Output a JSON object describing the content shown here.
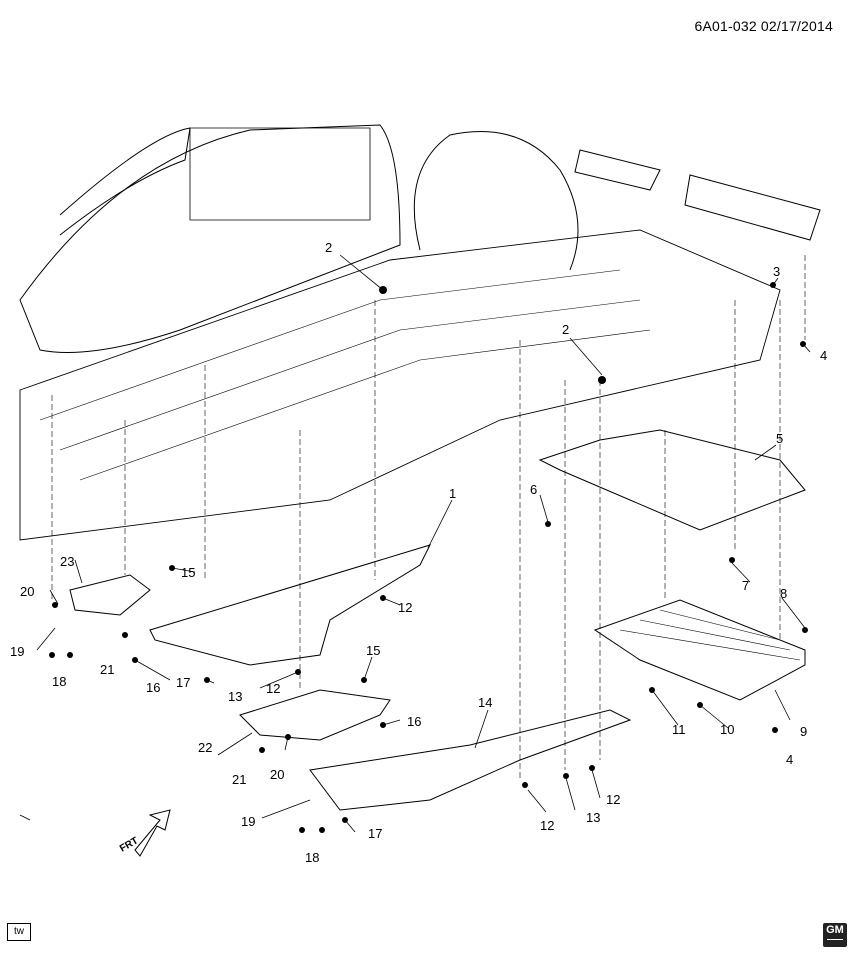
{
  "header": {
    "code": "6A01-032  02/17/2014"
  },
  "footer": {
    "badge": "tw",
    "logo": "GM"
  },
  "orientation": {
    "label": "FRT"
  },
  "callouts": [
    "1",
    "2",
    "2",
    "3",
    "4",
    "4",
    "5",
    "6",
    "7",
    "8",
    "9",
    "10",
    "11",
    "12",
    "12",
    "12",
    "12",
    "13",
    "13",
    "14",
    "15",
    "15",
    "16",
    "16",
    "17",
    "17",
    "18",
    "18",
    "19",
    "19",
    "20",
    "20",
    "21",
    "21",
    "22",
    "23"
  ]
}
